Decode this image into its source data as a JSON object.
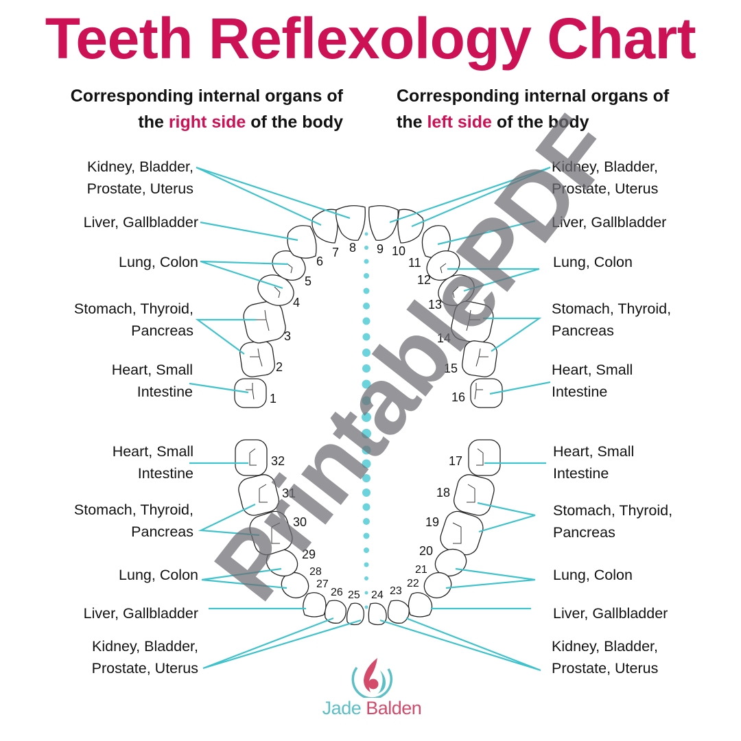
{
  "title": "Teeth Reflexology Chart",
  "colors": {
    "accent": "#cc1155",
    "lines": "#3ec3cc",
    "watermark": "#6e6e73",
    "logo_teal": "#5bbfc6",
    "logo_red": "#d44a6a"
  },
  "subheadings": {
    "right_side": {
      "line1": "Corresponding internal organs of",
      "pre": "the ",
      "accent": "right side",
      "post": " of the body"
    },
    "left_side": {
      "line1": "Corresponding internal organs of",
      "pre": "the ",
      "accent": "left side",
      "post": " of the body"
    }
  },
  "labels": {
    "upper_right": [
      {
        "line1": "Kidney, Bladder,",
        "line2": "Prostate, Uterus",
        "teeth": [
          7,
          8
        ]
      },
      {
        "line1": "Liver, Gallbladder",
        "line2": "",
        "teeth": [
          6
        ]
      },
      {
        "line1": "Lung, Colon",
        "line2": "",
        "teeth": [
          4,
          5
        ]
      },
      {
        "line1": "Stomach, Thyroid,",
        "line2": "Pancreas",
        "teeth": [
          2,
          3
        ]
      },
      {
        "line1": "Heart, Small",
        "line2": "Intestine",
        "teeth": [
          1
        ]
      }
    ],
    "upper_left": [
      {
        "line1": "Kidney, Bladder,",
        "line2": "Prostate, Uterus",
        "teeth": [
          9,
          10
        ]
      },
      {
        "line1": "Liver, Gallbladder",
        "line2": "",
        "teeth": [
          11
        ]
      },
      {
        "line1": "Lung, Colon",
        "line2": "",
        "teeth": [
          12,
          13
        ]
      },
      {
        "line1": "Stomach, Thyroid,",
        "line2": "Pancreas",
        "teeth": [
          14,
          15
        ]
      },
      {
        "line1": "Heart, Small",
        "line2": "Intestine",
        "teeth": [
          16
        ]
      }
    ],
    "lower_right": [
      {
        "line1": "Heart, Small",
        "line2": "Intestine",
        "teeth": [
          32
        ]
      },
      {
        "line1": "Stomach, Thyroid,",
        "line2": "Pancreas",
        "teeth": [
          30,
          31
        ]
      },
      {
        "line1": "Lung, Colon",
        "line2": "",
        "teeth": [
          28,
          29
        ]
      },
      {
        "line1": "Liver, Gallbladder",
        "line2": "",
        "teeth": [
          27
        ]
      },
      {
        "line1": "Kidney, Bladder,",
        "line2": "Prostate, Uterus",
        "teeth": [
          25,
          26
        ]
      }
    ],
    "lower_left": [
      {
        "line1": "Heart, Small",
        "line2": "Intestine",
        "teeth": [
          17
        ]
      },
      {
        "line1": "Stomach, Thyroid,",
        "line2": "Pancreas",
        "teeth": [
          18,
          19
        ]
      },
      {
        "line1": "Lung, Colon",
        "line2": "",
        "teeth": [
          20,
          21
        ]
      },
      {
        "line1": "Liver, Gallbladder",
        "line2": "",
        "teeth": [
          22
        ]
      },
      {
        "line1": "Kidney, Bladder,",
        "line2": "Prostate, Uterus",
        "teeth": [
          23,
          24
        ]
      }
    ]
  },
  "tooth_numbers": [
    "1",
    "2",
    "3",
    "4",
    "5",
    "6",
    "7",
    "8",
    "9",
    "10",
    "11",
    "12",
    "13",
    "14",
    "15",
    "16",
    "17",
    "18",
    "19",
    "20",
    "21",
    "22",
    "23",
    "24",
    "25",
    "26",
    "27",
    "28",
    "29",
    "30",
    "31",
    "32"
  ],
  "watermark": "PrintablePDF",
  "logo": {
    "first": "Jade",
    "last": "Balden",
    "icon": "flame-person-logo-icon"
  }
}
